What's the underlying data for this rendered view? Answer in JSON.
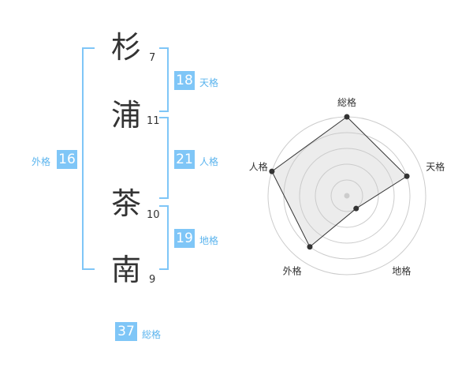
{
  "name": {
    "chars": [
      {
        "char": "杉",
        "strokes": "7"
      },
      {
        "char": "浦",
        "strokes": "11"
      },
      {
        "char": "茶",
        "strokes": "10"
      },
      {
        "char": "南",
        "strokes": "9"
      }
    ]
  },
  "fortunes": {
    "tenkaku": {
      "value": "18",
      "label": "天格"
    },
    "jinkaku": {
      "value": "21",
      "label": "人格"
    },
    "chikaku": {
      "value": "19",
      "label": "地格"
    },
    "gaikaku": {
      "value": "16",
      "label": "外格"
    },
    "soukaku": {
      "value": "37",
      "label": "総格"
    }
  },
  "colors": {
    "accent": "#7fc6f7",
    "accent_text": "#5bb4ee"
  },
  "chart_data": {
    "type": "radar",
    "axes": [
      "総格",
      "天格",
      "地格",
      "外格",
      "人格"
    ],
    "values": [
      5,
      4,
      1,
      4,
      5
    ],
    "max": 5,
    "rings": 5
  }
}
